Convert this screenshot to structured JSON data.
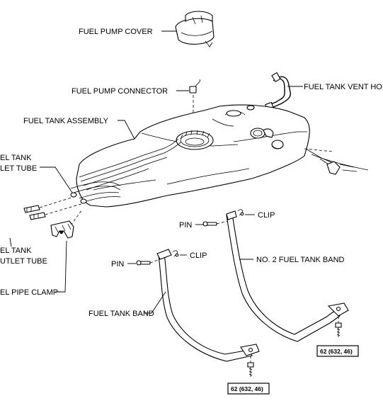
{
  "labels": {
    "fuel_pump_cover": "FUEL PUMP COVER",
    "fuel_pump_connector": "FUEL PUMP CONNECTOR",
    "fuel_tank_vent_hose": "FUEL TANK VENT HO",
    "fuel_tank_assembly": "FUEL TANK ASSEMBLY",
    "inlet_tube_line1": "EL TANK",
    "inlet_tube_line2": "LET TUBE",
    "outlet_tube_line1": "EL TANK",
    "outlet_tube_line2": "UTLET TUBE",
    "pipe_clamp": "EL PIPE CLAMP",
    "pin_upper": "PIN",
    "clip_upper": "CLIP",
    "no2_fuel_tank_band": "NO. 2 FUEL TANK BAND",
    "pin_lower": "PIN",
    "clip_lower": "CLIP",
    "fuel_tank_band": "FUEL TANK BAND"
  },
  "torque_specs": {
    "band_no2": "62 (632, 46)",
    "band": "62 (632, 46)"
  }
}
